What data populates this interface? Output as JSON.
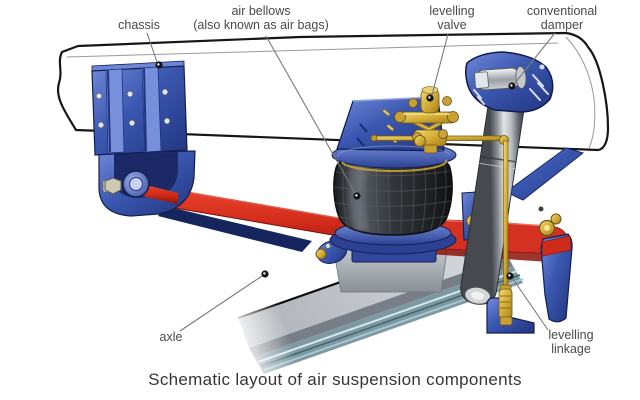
{
  "figure": {
    "caption": "Schematic layout of air suspension components",
    "labels": {
      "chassis": "chassis",
      "air_bellows_1": "air bellows",
      "air_bellows_2": "(also known as air bags)",
      "levelling_valve_1": "levelling",
      "levelling_valve_2": "valve",
      "conventional_damper_1": "conventional",
      "conventional_damper_2": "damper",
      "axle": "axle",
      "levelling_linkage_1": "levelling",
      "levelling_linkage_2": "linkage"
    },
    "colors": {
      "component_blue": "#3a57b0",
      "blue_shadow": "#1d2f73",
      "arm_red": "#cf2b1a",
      "brass_gold": "#d4af37",
      "damper_gray": "#b9bec2",
      "bellows_dark": "#2a2d30",
      "axle_gray": "#b4b9be",
      "spring_teal": "#7d98a2",
      "chassis_outline": "#161616",
      "label_gray": "#4a4a4a"
    }
  }
}
